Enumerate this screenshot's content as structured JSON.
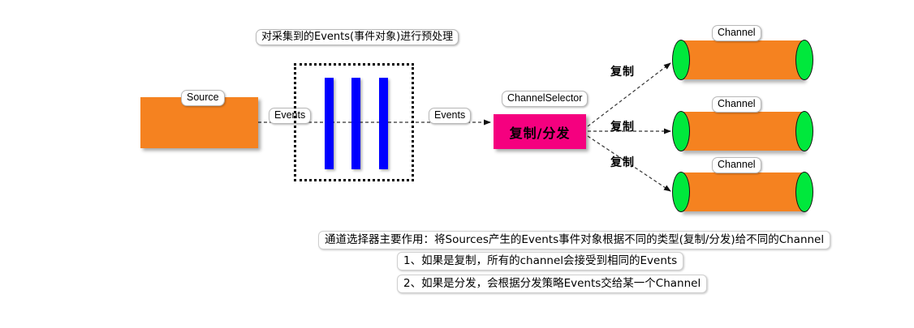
{
  "diagram": {
    "title_note": "对采集到的Events(事件对象)进行预处理",
    "source": {
      "label": "Source"
    },
    "interceptor": {
      "bars": [
        "bar-1",
        "bar-2",
        "bar-3"
      ]
    },
    "flow_labels": {
      "events_1": "Events",
      "events_2": "Events"
    },
    "selector": {
      "label": "ChannelSelector",
      "text": "复制/分发"
    },
    "branch_labels": [
      "复制",
      "复制",
      "复制"
    ],
    "channels": [
      {
        "label": "Channel"
      },
      {
        "label": "Channel"
      },
      {
        "label": "Channel"
      }
    ],
    "notes": [
      "通道选择器主要作用：将Sources产生的Events事件对象根据不同的类型(复制/分发)给不同的Channel",
      "1、如果是复制，所有的channel会接受到相同的Events",
      "2、如果是分发，会根据分发策略Events交给某一个Channel"
    ],
    "colors": {
      "source_fill": "#F58220",
      "selector_fill": "#F5007F",
      "channel_fill": "#F58220",
      "channel_cap": "#00E83C",
      "bar_fill": "#0000FF",
      "line": "#333333"
    }
  }
}
